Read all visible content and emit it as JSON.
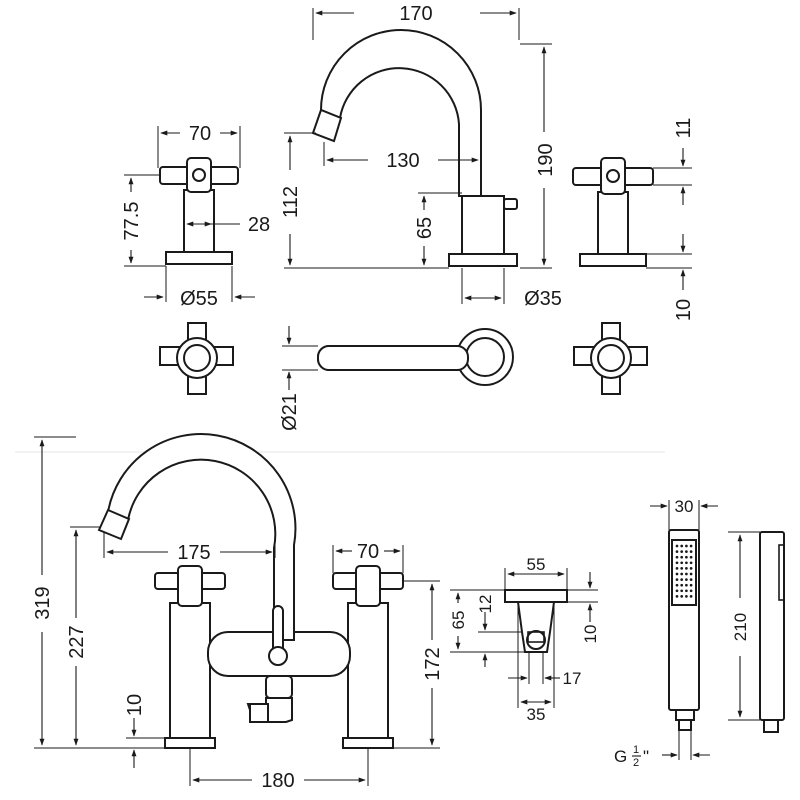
{
  "dimensions": {
    "basin_spout_width": "170",
    "basin_spout_height": "190",
    "basin_spout_reach": "130",
    "basin_spout_nozzle_height": "112",
    "basin_spout_body_height": "65",
    "basin_spout_base_diameter": "Ø35",
    "basin_handle_width": "70",
    "basin_valve_height": "77.5",
    "basin_valve_body_width": "28",
    "basin_valve_base_diameter": "Ø55",
    "basin_handle_thickness": "11",
    "basin_base_thickness": "10",
    "basin_spout_diameter": "Ø21",
    "bath_overall_height": "319",
    "bath_spout_height": "227",
    "bath_spout_reach": "175",
    "bath_handle_width": "70",
    "bath_valve_height": "172",
    "bath_base_thickness": "10",
    "bath_centres": "180",
    "holder_width": "55",
    "holder_height": "65",
    "holder_hook_height": "12",
    "holder_plate_thickness": "10",
    "holder_hook_width": "17",
    "holder_base_width": "35",
    "handset_width": "30",
    "handset_length": "210",
    "thread_prefix": "G",
    "thread_num": "1",
    "thread_den": "2",
    "thread_suffix": "\""
  }
}
